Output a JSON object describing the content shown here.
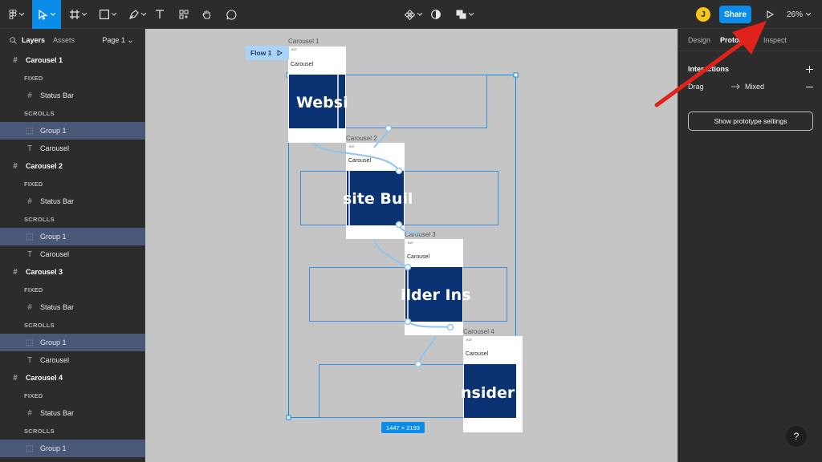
{
  "toolbar": {
    "zoom_label": "26%",
    "share_label": "Share",
    "avatar_initial": "J"
  },
  "layers_panel": {
    "tab_layers": "Layers",
    "tab_assets": "Assets",
    "page_label": "Page 1",
    "items": [
      {
        "label": "Carousel 1",
        "kind": "frame"
      },
      {
        "label": "FIXED",
        "kind": "section"
      },
      {
        "label": "Status Bar",
        "kind": "child-frame"
      },
      {
        "label": "SCROLLS",
        "kind": "section"
      },
      {
        "label": "Group 1",
        "kind": "group"
      },
      {
        "label": "Carousel",
        "kind": "text"
      },
      {
        "label": "Carousel 2",
        "kind": "frame"
      },
      {
        "label": "FIXED",
        "kind": "section"
      },
      {
        "label": "Status Bar",
        "kind": "child-frame"
      },
      {
        "label": "SCROLLS",
        "kind": "section"
      },
      {
        "label": "Group 1",
        "kind": "group"
      },
      {
        "label": "Carousel",
        "kind": "text"
      },
      {
        "label": "Carousel 3",
        "kind": "frame"
      },
      {
        "label": "FIXED",
        "kind": "section"
      },
      {
        "label": "Status Bar",
        "kind": "child-frame"
      },
      {
        "label": "SCROLLS",
        "kind": "section"
      },
      {
        "label": "Group 1",
        "kind": "group"
      },
      {
        "label": "Carousel",
        "kind": "text"
      },
      {
        "label": "Carousel 4",
        "kind": "frame"
      },
      {
        "label": "FIXED",
        "kind": "section"
      },
      {
        "label": "Status Bar",
        "kind": "child-frame"
      },
      {
        "label": "SCROLLS",
        "kind": "section"
      },
      {
        "label": "Group 1",
        "kind": "group"
      }
    ]
  },
  "canvas": {
    "flow_label": "Flow 1",
    "frame_1_name": "Carousel 1",
    "frame_2_name": "Carousel 2",
    "frame_3_name": "Carousel 3",
    "frame_4_name": "Carousel 4",
    "frame_header_text": "Carousel",
    "status_time": "9:27",
    "banner_1_text": "Websi",
    "banner_2_text": "site Buil",
    "banner_3_text": "ilder Ins",
    "banner_4_text": "nsider",
    "selection_size": "1447 × 2193"
  },
  "right_panel": {
    "tab_design": "Design",
    "tab_prototype": "Prototype",
    "tab_inspect": "Inspect",
    "interactions_label": "Interactions",
    "trigger_label": "Drag",
    "action_label": "Mixed",
    "prototype_settings_label": "Show prototype settings"
  },
  "help_label": "?",
  "colors": {
    "accent": "#0c8ce9",
    "canvas_bg": "#c5c5c5",
    "banner": "#0b3272",
    "selection_row": "#4a5878",
    "annotation_arrow": "#e0221b"
  }
}
